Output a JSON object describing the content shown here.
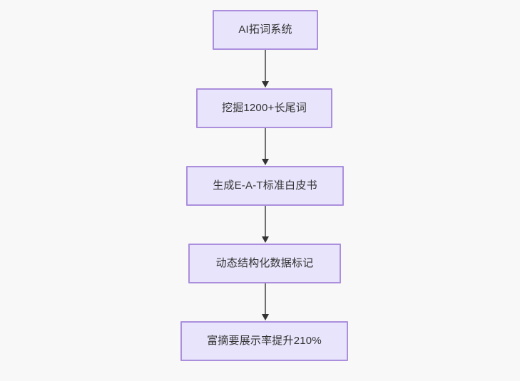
{
  "diagram": {
    "type": "flowchart",
    "direction": "top-to-bottom",
    "background_color": "#f8f8f8",
    "node_fill_color": "#e8e4fb",
    "node_border_color": "#ab8fdd",
    "node_text_color": "#333333",
    "edge_line_color": "#6e6e6e",
    "edge_arrow_color": "#333333",
    "nodes": [
      {
        "id": "n1",
        "label": "AI拓词系统"
      },
      {
        "id": "n2",
        "label": "挖掘1200+长尾词"
      },
      {
        "id": "n3",
        "label": "生成E-A-T标准白皮书"
      },
      {
        "id": "n4",
        "label": "动态结构化数据标记"
      },
      {
        "id": "n5",
        "label": "富摘要展示率提升210%"
      }
    ],
    "edges": [
      {
        "from": "n1",
        "to": "n2",
        "label": ""
      },
      {
        "from": "n2",
        "to": "n3",
        "label": ""
      },
      {
        "from": "n3",
        "to": "n4",
        "label": ""
      },
      {
        "from": "n4",
        "to": "n5",
        "label": ""
      }
    ]
  }
}
